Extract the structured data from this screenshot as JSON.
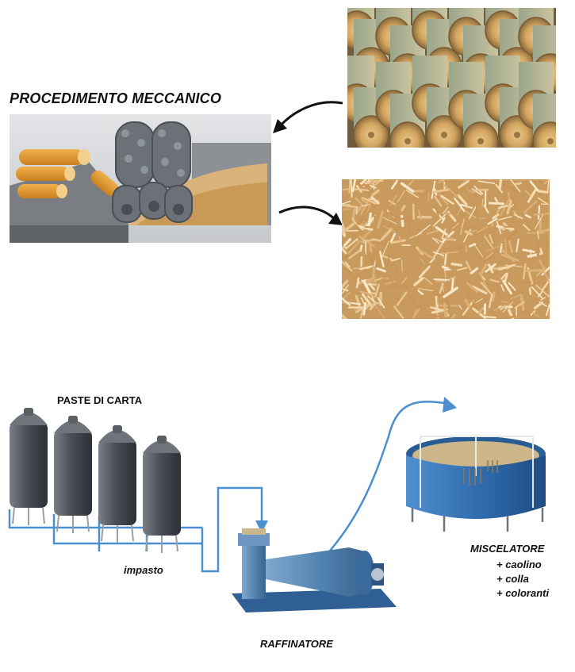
{
  "labels": {
    "title": "PROCEDIMENTO MECCANICO",
    "pulps": "PASTE DI CARTA",
    "mixture": "impasto",
    "refiner": "RAFFINATORE",
    "mixer": "MISCELATORE",
    "additives": [
      "+ caolino",
      "+ colla",
      "+ coloranti"
    ]
  },
  "icons": {
    "logs": "wood-logs-photo",
    "machine": "grinder-rollers-illustration",
    "chips": "wood-shavings-photo",
    "silos": "pulp-silo-icon",
    "refiner": "refiner-machine-icon",
    "mixer": "mixing-tank-icon"
  },
  "colors": {
    "pipe": "#4a8fcf",
    "arrow": "#111111",
    "wood": "#d6a357",
    "silo": "#4d5158",
    "tank": "#2f6fb0"
  }
}
